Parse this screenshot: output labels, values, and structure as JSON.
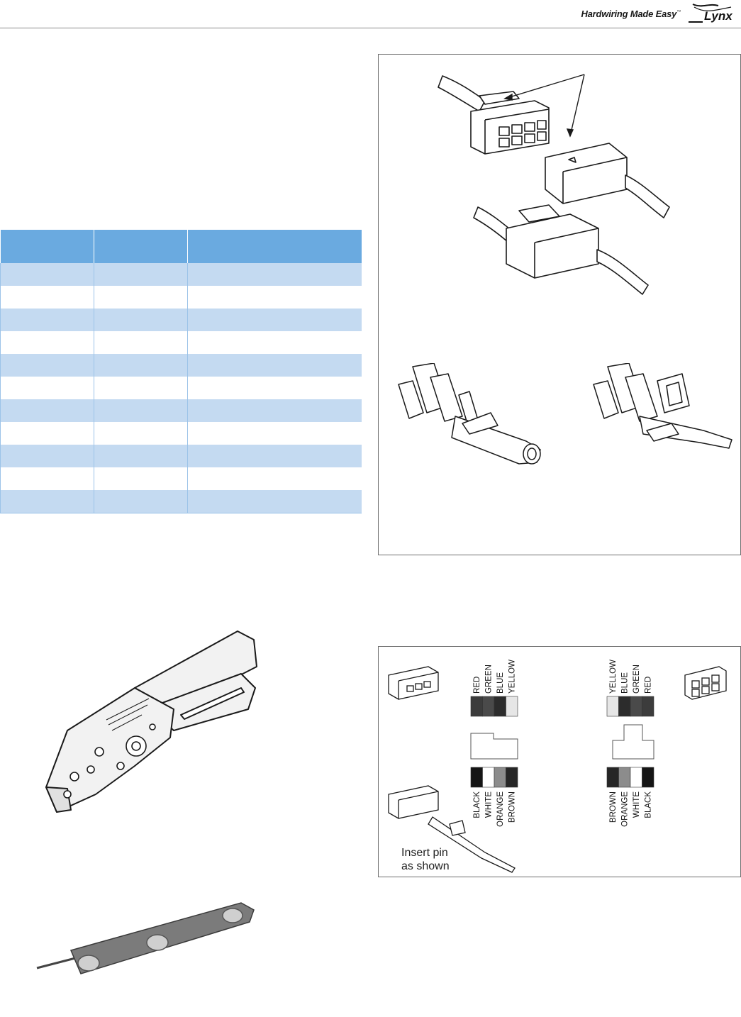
{
  "header": {
    "tagline": "Hardwiring Made Easy",
    "trademark": "™",
    "logo_text": "Lynx"
  },
  "table": {
    "columns": 3,
    "rows": 11
  },
  "pinout": {
    "top_left_labels": [
      "RED",
      "GREEN",
      "BLUE",
      "YELLOW"
    ],
    "top_left_colors": [
      "#3c3c3c",
      "#4a4a4a",
      "#2c2c2c",
      "#e6e6e6"
    ],
    "bottom_left_labels": [
      "BLACK",
      "WHITE",
      "ORANGE",
      "BROWN"
    ],
    "bottom_left_colors": [
      "#151515",
      "#ffffff",
      "#8c8c8c",
      "#262626"
    ],
    "top_right_labels": [
      "YELLOW",
      "BLUE",
      "GREEN",
      "RED"
    ],
    "top_right_colors": [
      "#e6e6e6",
      "#2c2c2c",
      "#4a4a4a",
      "#3c3c3c"
    ],
    "bottom_right_labels": [
      "BROWN",
      "ORANGE",
      "WHITE",
      "BLACK"
    ],
    "bottom_right_colors": [
      "#262626",
      "#8c8c8c",
      "#ffffff",
      "#151515"
    ],
    "insert_pin_line1": "Insert pin",
    "insert_pin_line2": "as shown"
  }
}
